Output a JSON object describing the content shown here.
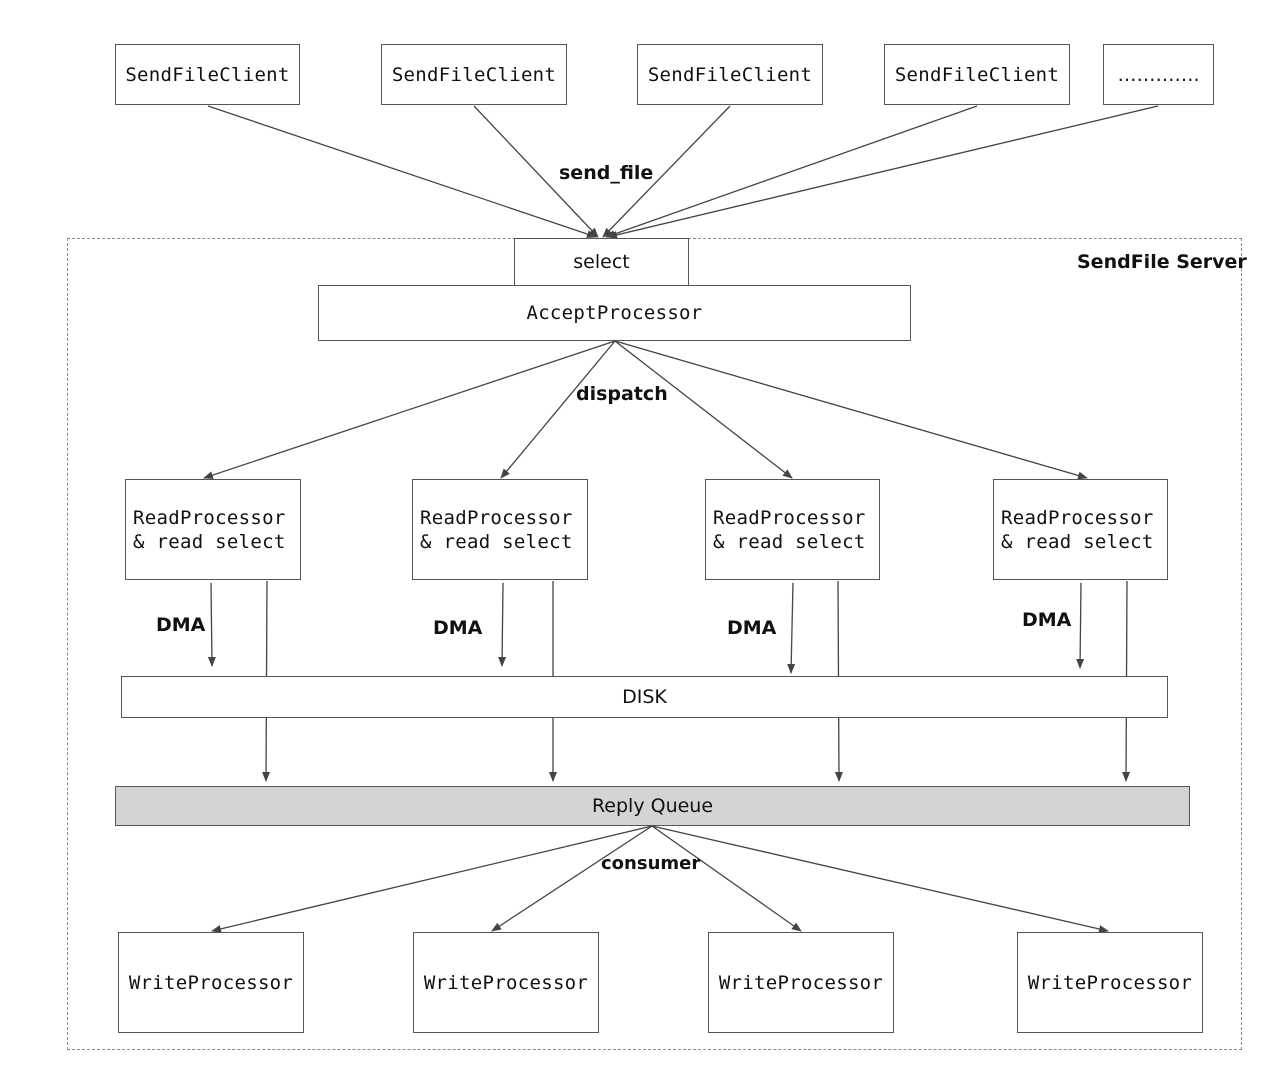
{
  "clients": [
    "SendFileClient",
    "SendFileClient",
    "SendFileClient",
    "SendFileClient",
    "…………."
  ],
  "labels": {
    "send_file": "send_file",
    "dispatch": "dispatch",
    "consumer": "consumer",
    "server": "SendFile Server",
    "dma": [
      "DMA",
      "DMA",
      "DMA",
      "DMA"
    ]
  },
  "server": {
    "select": "select",
    "accept": "AcceptProcessor",
    "disk": "DISK",
    "reply_queue": "Reply Queue"
  },
  "read_processors": [
    {
      "line1": "ReadProcessor",
      "line2": "& read select"
    },
    {
      "line1": "ReadProcessor",
      "line2": "& read select"
    },
    {
      "line1": "ReadProcessor",
      "line2": "& read select"
    },
    {
      "line1": "ReadProcessor",
      "line2": "& read select"
    }
  ],
  "write_processors": [
    "WriteProcessor",
    "WriteProcessor",
    "WriteProcessor",
    "WriteProcessor"
  ],
  "colors": {
    "line": "#444444",
    "border": "#555555",
    "queue_fill": "#d4d4d4",
    "server_border": "#8a8a8a"
  }
}
